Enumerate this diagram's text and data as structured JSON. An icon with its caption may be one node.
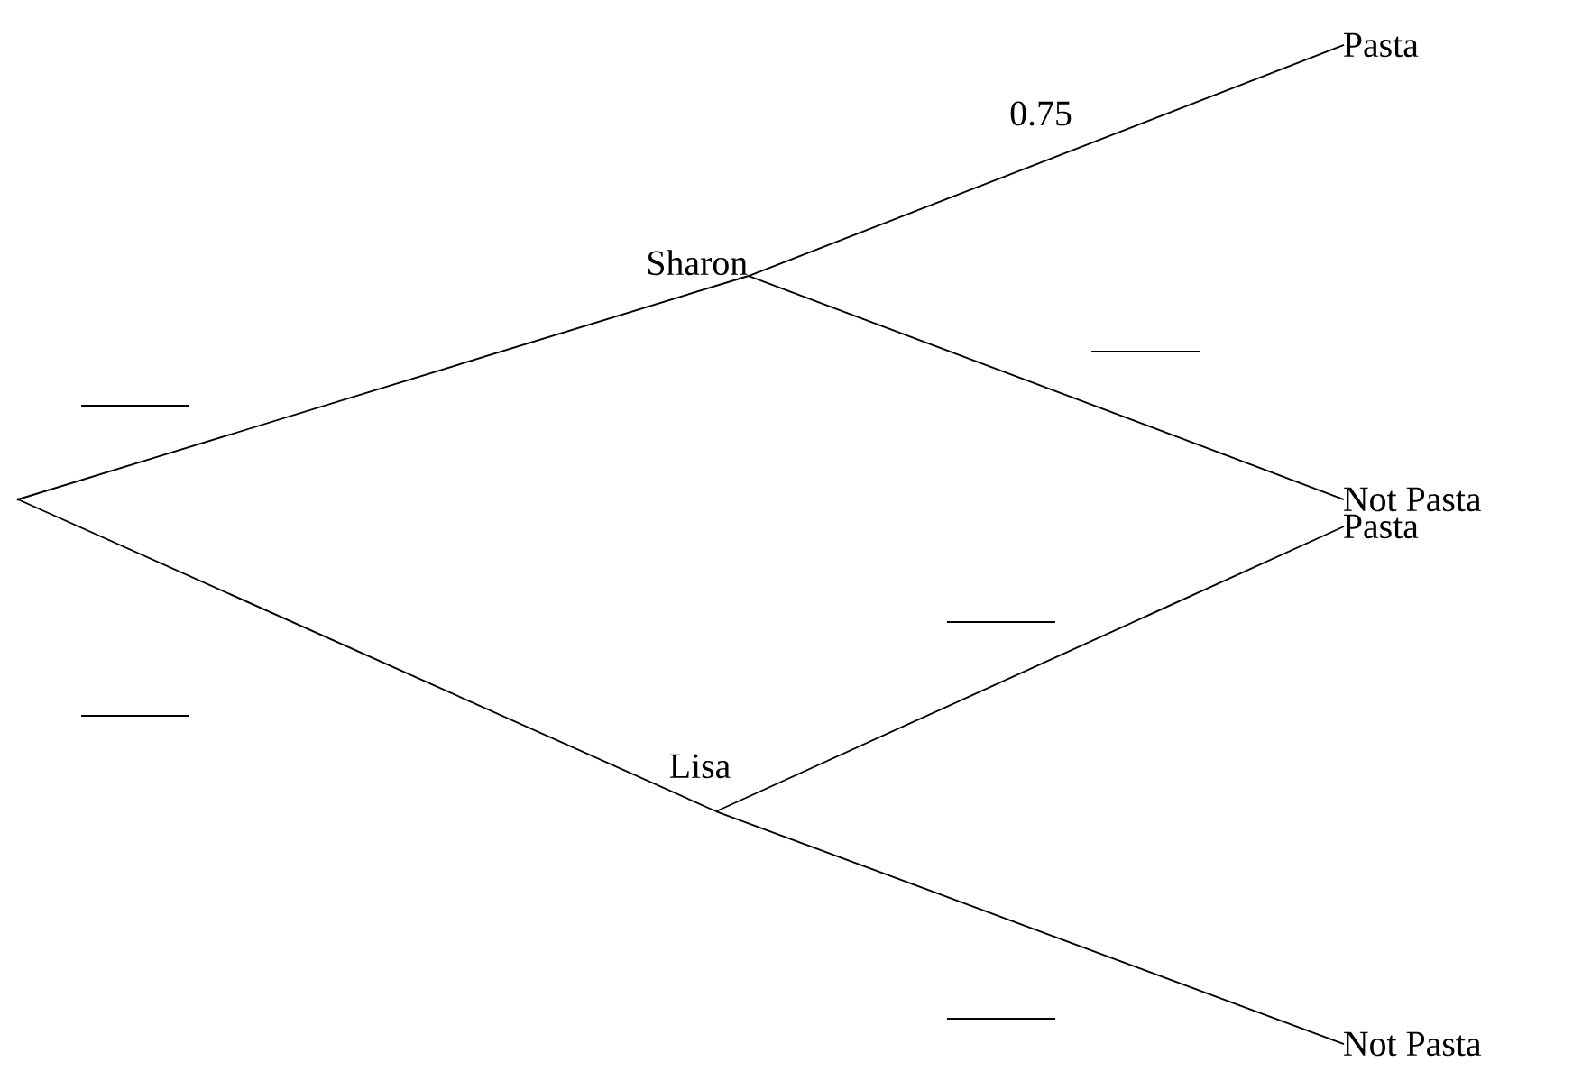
{
  "diagram": {
    "nodes": [
      {
        "text": [],
        "shape": "point"
      },
      {
        "text": [
          "Sharon"
        ]
      },
      {
        "text": [
          "Lisa"
        ]
      },
      {
        "text": [
          "Pasta"
        ]
      },
      {
        "text": [
          "Not Pasta"
        ]
      },
      {
        "text": [
          "Pasta"
        ]
      },
      {
        "text": [
          "Not Pasta"
        ]
      }
    ],
    "edges": [
      {
        "from": 0,
        "to": 1,
        "arrow": "none"
      },
      {
        "from": 0,
        "to": 2,
        "arrow": "none"
      },
      {
        "from": 1,
        "to": 3,
        "arrow": "none",
        "label": "0.75"
      },
      {
        "from": 1,
        "to": 4,
        "arrow": "none"
      },
      {
        "from": 2,
        "to": 5,
        "arrow": "none"
      },
      {
        "from": 2,
        "to": 6,
        "arrow": "none"
      }
    ]
  }
}
